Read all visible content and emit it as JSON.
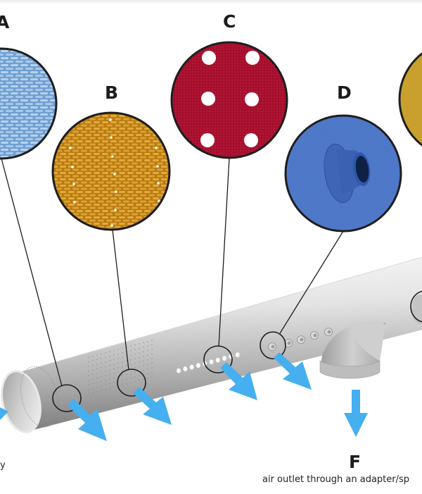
{
  "diagram": {
    "title": "Air outlet options on a textile air duct",
    "labels": {
      "A": "A",
      "B": "B",
      "C": "C",
      "D": "D",
      "F": "F"
    },
    "captions": {
      "left_partial": "y",
      "F": "air outlet through an adapter/sp"
    },
    "swatches": [
      {
        "id": "A",
        "description": "blue woven fabric",
        "color": "#7aa7d6"
      },
      {
        "id": "B",
        "description": "orange woven fabric with micro-perforations",
        "color": "#d4941e"
      },
      {
        "id": "C",
        "description": "red fabric with large perforations",
        "color": "#a8112f"
      },
      {
        "id": "D",
        "description": "blue fabric with nozzle",
        "color": "#4a72c2"
      },
      {
        "id": "E",
        "description": "yellow fabric (partially visible)",
        "color": "#caa12c"
      }
    ],
    "colors": {
      "arrow": "#45aff0",
      "outline": "#1e1e1e",
      "duct_light": "#f2f2f2",
      "duct_dark": "#8a8a8a"
    }
  }
}
